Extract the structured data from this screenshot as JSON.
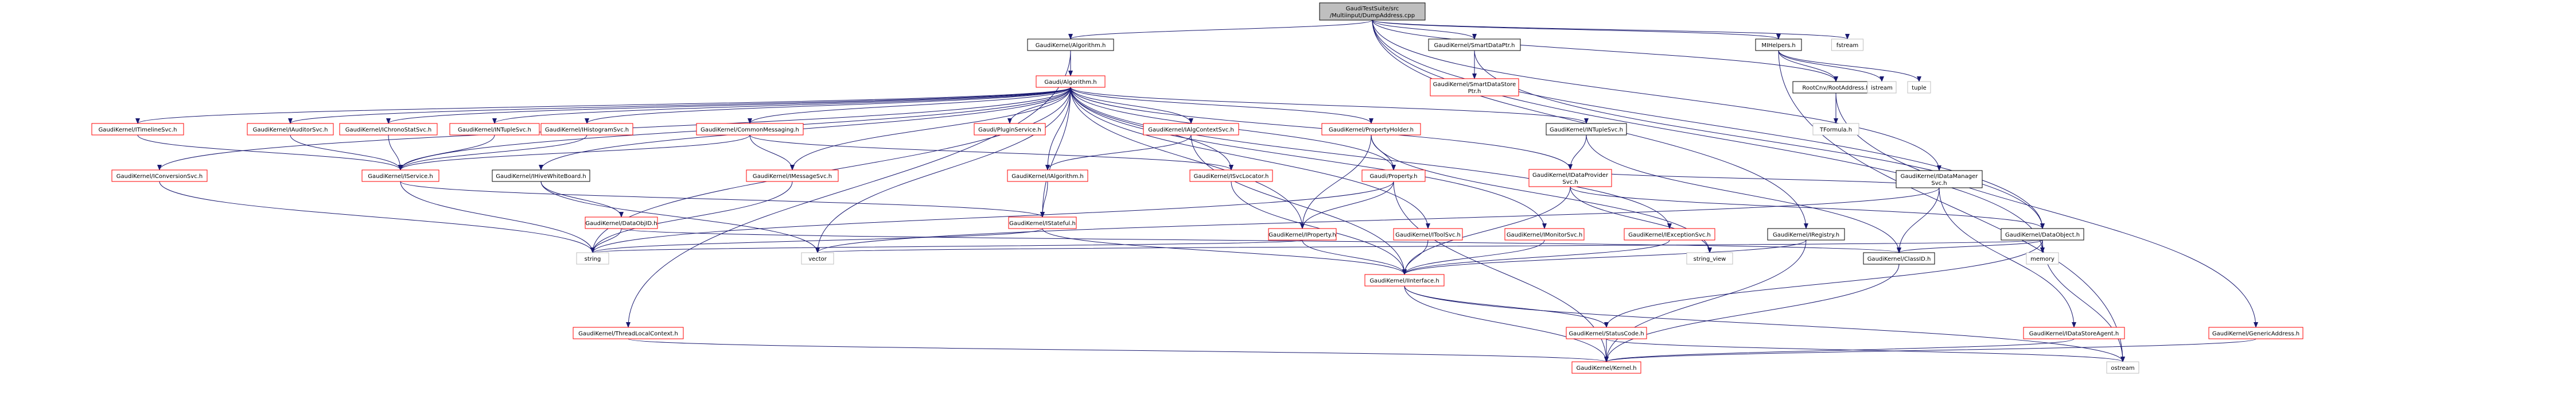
{
  "nodes": [
    {
      "id": "root",
      "label": "GaudiTestSuite/src\n/Multiinput/DumpAddress.cpp",
      "style": "root"
    },
    {
      "id": "algorithm_h",
      "label": "GaudiKernel/Algorithm.h",
      "style": "black"
    },
    {
      "id": "smartdataptr",
      "label": "GaudiKernel/SmartDataPtr.h",
      "style": "black"
    },
    {
      "id": "mihelpers",
      "label": "MIHelpers.h",
      "style": "black"
    },
    {
      "id": "fstream",
      "label": "fstream",
      "style": "gray"
    },
    {
      "id": "galgorithm",
      "label": "Gaudi/Algorithm.h",
      "style": "red"
    },
    {
      "id": "smartdatastoreptr",
      "label": "GaudiKernel/SmartDataStore\nPtr.h",
      "style": "red"
    },
    {
      "id": "rootcnv",
      "label": "RootCnv/RootAddress.h",
      "style": "black"
    },
    {
      "id": "istream",
      "label": "istream",
      "style": "gray"
    },
    {
      "id": "tuple",
      "label": "tuple",
      "style": "gray"
    },
    {
      "id": "tformula",
      "label": "TFormula.h",
      "style": "gray"
    },
    {
      "id": "itimeline",
      "label": "GaudiKernel/ITimelineSvc.h",
      "style": "red"
    },
    {
      "id": "iauditor",
      "label": "GaudiKernel/IAuditorSvc.h",
      "style": "red"
    },
    {
      "id": "ichrono",
      "label": "GaudiKernel/IChronoStatSvc.h",
      "style": "red"
    },
    {
      "id": "indt",
      "label": "GaudiKernel/INTupleSvc.h",
      "style": "red"
    },
    {
      "id": "ihisto",
      "label": "GaudiKernel/IHistogramSvc.h",
      "style": "red"
    },
    {
      "id": "commonmsg",
      "label": "GaudiKernel/CommonMessaging.h",
      "style": "red"
    },
    {
      "id": "pluginsvc",
      "label": "Gaudi/PluginService.h",
      "style": "red"
    },
    {
      "id": "ialgctx",
      "label": "GaudiKernel/IAlgContextSvc.h",
      "style": "red"
    },
    {
      "id": "propholder",
      "label": "GaudiKernel/PropertyHolder.h",
      "style": "red"
    },
    {
      "id": "intuplesvc",
      "label": "GaudiKernel/INTupleSvc.h",
      "style": "black"
    },
    {
      "id": "iconversion",
      "label": "GaudiKernel/IConversionSvc.h",
      "style": "red"
    },
    {
      "id": "iservice",
      "label": "GaudiKernel/IService.h",
      "style": "red"
    },
    {
      "id": "ihive",
      "label": "GaudiKernel/IHiveWhiteBoard.h",
      "style": "black"
    },
    {
      "id": "imessagesvc",
      "label": "GaudiKernel/IMessageSvc.h",
      "style": "red"
    },
    {
      "id": "ialgorithm",
      "label": "GaudiKernel/IAlgorithm.h",
      "style": "red"
    },
    {
      "id": "isvclocator",
      "label": "GaudiKernel/ISvcLocator.h",
      "style": "red"
    },
    {
      "id": "gproperty",
      "label": "Gaudi/Property.h",
      "style": "red"
    },
    {
      "id": "idataprovider",
      "label": "GaudiKernel/IDataProvider\nSvc.h",
      "style": "red"
    },
    {
      "id": "idatamanager",
      "label": "GaudiKernel/IDataManager\nSvc.h",
      "style": "black"
    },
    {
      "id": "iregistry",
      "label": "GaudiKernel/IRegistry.h",
      "style": "black"
    },
    {
      "id": "dataobject",
      "label": "GaudiKernel/DataObject.h",
      "style": "black"
    },
    {
      "id": "iexception",
      "label": "GaudiKernel/IExceptionSvc.h",
      "style": "red"
    },
    {
      "id": "dataobjid",
      "label": "GaudiKernel/DataObjID.h",
      "style": "red"
    },
    {
      "id": "istateful",
      "label": "GaudiKernel/IStateful.h",
      "style": "red"
    },
    {
      "id": "iproperty",
      "label": "GaudiKernel/IProperty.h",
      "style": "red"
    },
    {
      "id": "itoolsvc",
      "label": "GaudiKernel/IToolSvc.h",
      "style": "red"
    },
    {
      "id": "imonitor",
      "label": "GaudiKernel/IMonitorSvc.h",
      "style": "red"
    },
    {
      "id": "string",
      "label": "string",
      "style": "gray"
    },
    {
      "id": "vector",
      "label": "vector",
      "style": "gray"
    },
    {
      "id": "string_view",
      "label": "string_view",
      "style": "gray"
    },
    {
      "id": "iinterface",
      "label": "GaudiKernel/IInterface.h",
      "style": "red"
    },
    {
      "id": "iclassid",
      "label": "GaudiKernel/ClassID.h",
      "style": "black"
    },
    {
      "id": "memory",
      "label": "memory",
      "style": "gray"
    },
    {
      "id": "threadlocal",
      "label": "GaudiKernel/ThreadLocalContext.h",
      "style": "red"
    },
    {
      "id": "statuscode",
      "label": "GaudiKernel/StatusCode.h",
      "style": "red"
    },
    {
      "id": "idatastoreagent",
      "label": "GaudiKernel/IDataStoreAgent.h",
      "style": "red"
    },
    {
      "id": "genericaddress",
      "label": "GaudiKernel/GenericAddress.h",
      "style": "red"
    },
    {
      "id": "ostream",
      "label": "ostream",
      "style": "gray"
    },
    {
      "id": "kernel",
      "label": "GaudiKernel/Kernel.h",
      "style": "red"
    }
  ],
  "edges": [
    [
      "root",
      "algorithm_h"
    ],
    [
      "root",
      "smartdataptr"
    ],
    [
      "root",
      "mihelpers"
    ],
    [
      "root",
      "fstream"
    ],
    [
      "root",
      "rootcnv"
    ],
    [
      "root",
      "idatamanager"
    ],
    [
      "root",
      "iregistry"
    ],
    [
      "root",
      "dataobject"
    ],
    [
      "root",
      "memory"
    ],
    [
      "algorithm_h",
      "galgorithm"
    ],
    [
      "algorithm_h",
      "threadlocal"
    ],
    [
      "smartdataptr",
      "smartdatastoreptr"
    ],
    [
      "smartdataptr",
      "dataobject"
    ],
    [
      "mihelpers",
      "rootcnv"
    ],
    [
      "mihelpers",
      "istream"
    ],
    [
      "mihelpers",
      "tuple"
    ],
    [
      "mihelpers",
      "ostream"
    ],
    [
      "rootcnv",
      "tformula"
    ],
    [
      "rootcnv",
      "genericaddress"
    ],
    [
      "galgorithm",
      "itimeline"
    ],
    [
      "galgorithm",
      "iauditor"
    ],
    [
      "galgorithm",
      "ichrono"
    ],
    [
      "galgorithm",
      "indt"
    ],
    [
      "galgorithm",
      "ihisto"
    ],
    [
      "galgorithm",
      "commonmsg"
    ],
    [
      "galgorithm",
      "pluginsvc"
    ],
    [
      "galgorithm",
      "ialgctx"
    ],
    [
      "galgorithm",
      "propholder"
    ],
    [
      "galgorithm",
      "intuplesvc"
    ],
    [
      "galgorithm",
      "iconversion"
    ],
    [
      "galgorithm",
      "iservice"
    ],
    [
      "galgorithm",
      "ihive"
    ],
    [
      "galgorithm",
      "imessagesvc"
    ],
    [
      "galgorithm",
      "ialgorithm"
    ],
    [
      "galgorithm",
      "isvclocator"
    ],
    [
      "galgorithm",
      "gproperty"
    ],
    [
      "galgorithm",
      "idataprovider"
    ],
    [
      "galgorithm",
      "iexception"
    ],
    [
      "galgorithm",
      "istateful"
    ],
    [
      "galgorithm",
      "iproperty"
    ],
    [
      "galgorithm",
      "itoolsvc"
    ],
    [
      "galgorithm",
      "imonitor"
    ],
    [
      "galgorithm",
      "string"
    ],
    [
      "galgorithm",
      "vector"
    ],
    [
      "itimeline",
      "iservice"
    ],
    [
      "iauditor",
      "iservice"
    ],
    [
      "ichrono",
      "iservice"
    ],
    [
      "indt",
      "iservice"
    ],
    [
      "ihisto",
      "iservice"
    ],
    [
      "commonmsg",
      "imessagesvc"
    ],
    [
      "commonmsg",
      "iservice"
    ],
    [
      "commonmsg",
      "isvclocator"
    ],
    [
      "ialgctx",
      "ialgorithm"
    ],
    [
      "ialgctx",
      "iinterface"
    ],
    [
      "propholder",
      "gproperty"
    ],
    [
      "propholder",
      "iproperty"
    ],
    [
      "propholder",
      "string_view"
    ],
    [
      "intuplesvc",
      "idataprovider"
    ],
    [
      "intuplesvc",
      "iclassid"
    ],
    [
      "iconversion",
      "string"
    ],
    [
      "iservice",
      "istateful"
    ],
    [
      "iservice",
      "string"
    ],
    [
      "ihive",
      "dataobjid"
    ],
    [
      "ihive",
      "vector"
    ],
    [
      "imessagesvc",
      "string"
    ],
    [
      "ialgorithm",
      "istateful"
    ],
    [
      "isvclocator",
      "iinterface"
    ],
    [
      "gproperty",
      "iproperty"
    ],
    [
      "gproperty",
      "string"
    ],
    [
      "gproperty",
      "kernel"
    ],
    [
      "idataprovider",
      "iinterface"
    ],
    [
      "idataprovider",
      "dataobject"
    ],
    [
      "idataprovider",
      "string_view"
    ],
    [
      "idatamanager",
      "idataprovider"
    ],
    [
      "idatamanager",
      "idatastoreagent"
    ],
    [
      "idatamanager",
      "iclassid"
    ],
    [
      "idatamanager",
      "vector"
    ],
    [
      "iregistry",
      "iinterface"
    ],
    [
      "iregistry",
      "kernel"
    ],
    [
      "dataobject",
      "iclassid"
    ],
    [
      "dataobject",
      "statuscode"
    ],
    [
      "dataobject",
      "memory"
    ],
    [
      "dataobject",
      "ostream"
    ],
    [
      "dataobject",
      "vector"
    ],
    [
      "iexception",
      "iinterface"
    ],
    [
      "dataobjid",
      "string"
    ],
    [
      "dataobjid",
      "iclassid"
    ],
    [
      "istateful",
      "iinterface"
    ],
    [
      "istateful",
      "string"
    ],
    [
      "iproperty",
      "iinterface"
    ],
    [
      "iproperty",
      "string"
    ],
    [
      "itoolsvc",
      "iinterface"
    ],
    [
      "imonitor",
      "iinterface"
    ],
    [
      "iinterface",
      "statuscode"
    ],
    [
      "iinterface",
      "kernel"
    ],
    [
      "iinterface",
      "ostream"
    ],
    [
      "iclassid",
      "kernel"
    ],
    [
      "threadlocal",
      "kernel"
    ],
    [
      "statuscode",
      "kernel"
    ],
    [
      "statuscode",
      "ostream"
    ],
    [
      "idatastoreagent",
      "kernel"
    ],
    [
      "genericaddress",
      "kernel"
    ]
  ]
}
